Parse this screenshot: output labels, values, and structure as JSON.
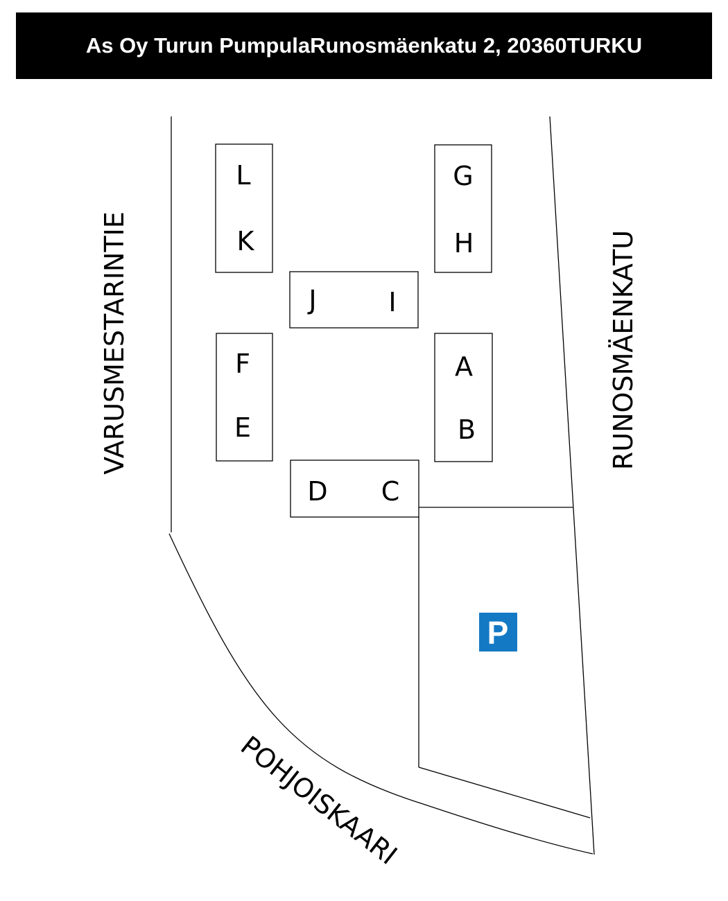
{
  "header": {
    "association": "As Oy Turun Pumpula",
    "address": "Runosmäenkatu 2, 20360",
    "city": "TURKU"
  },
  "streets": {
    "west": "VARUSMESTARINTIE",
    "east": "RUNOSMÄENKATU",
    "south": "POHJOISKAARI"
  },
  "buildings": {
    "LK": {
      "top": "L",
      "bottom": "K"
    },
    "GH": {
      "top": "G",
      "bottom": "H"
    },
    "JI": {
      "left": "J",
      "right": "I"
    },
    "FE": {
      "top": "F",
      "bottom": "E"
    },
    "AB": {
      "top": "A",
      "bottom": "B"
    },
    "DC": {
      "left": "D",
      "right": "C"
    }
  },
  "parking": {
    "label": "P",
    "color": "#1479C4"
  }
}
